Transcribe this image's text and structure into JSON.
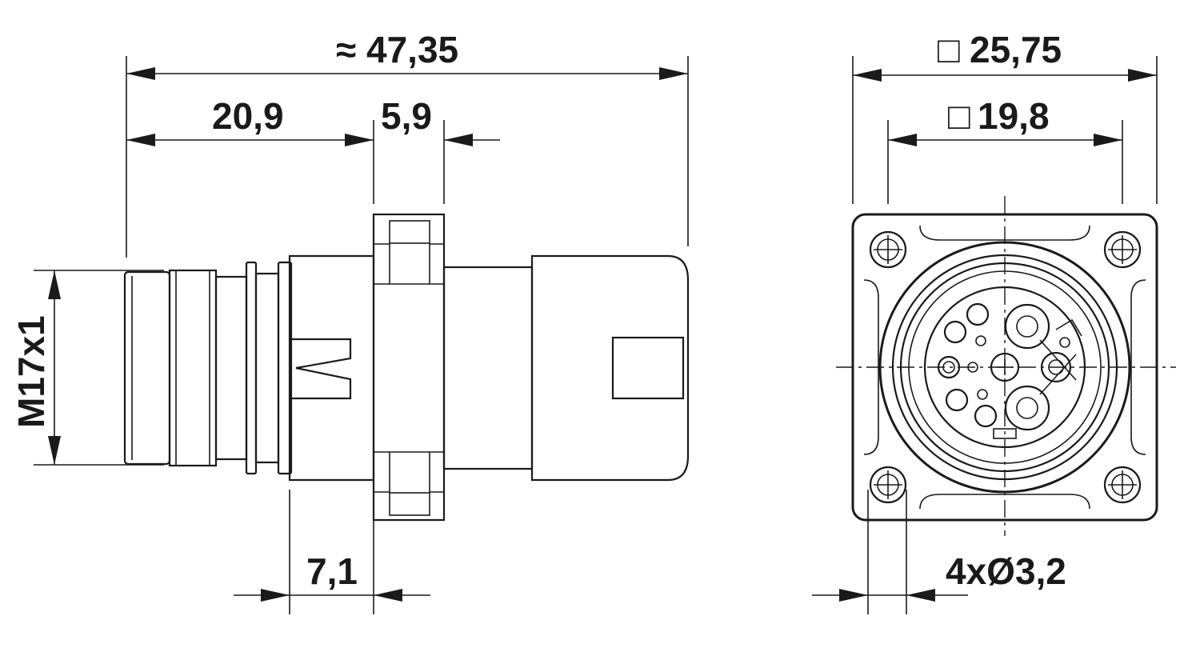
{
  "drawing": {
    "side_view": {
      "overall_length": {
        "symbol": "≈",
        "value": "47,35"
      },
      "length_front": "20,9",
      "flange_thickness": "5,9",
      "rear_offset": "7,1",
      "thread": "M17x1"
    },
    "front_view": {
      "flange_square": {
        "symbol": "□",
        "value": "25,75"
      },
      "hole_square": {
        "symbol": "□",
        "value": "19,8"
      },
      "mounting_holes": "4xØ3,2"
    },
    "colors": {
      "line": "#1a1a1a",
      "background": "#ffffff"
    }
  }
}
